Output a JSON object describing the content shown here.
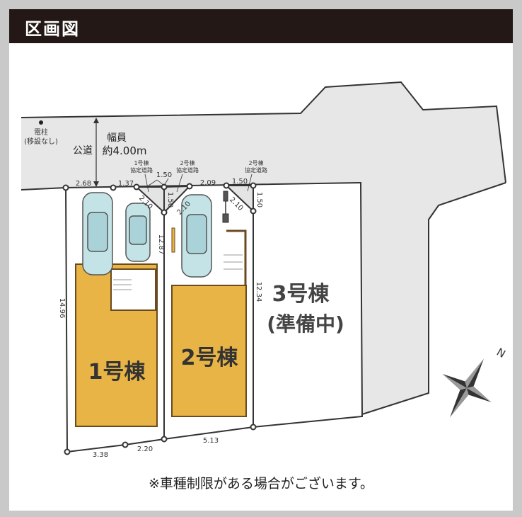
{
  "title": "区画図",
  "road": {
    "pole_label": "電柱",
    "pole_note": "(移設なし)",
    "road_label": "公道",
    "width_label": "幅員",
    "width_value": "約4.00m"
  },
  "agreement_roads": [
    {
      "line1": "1号棟",
      "line2": "協定道路"
    },
    {
      "line1": "2号棟",
      "line2": "協定道路"
    },
    {
      "line1": "2号棟",
      "line2": "協定道路"
    }
  ],
  "dimensions": {
    "top_268": "2.68",
    "top_137": "1.37",
    "top_150a": "1.50",
    "diag_210a": "2.10",
    "vert_150a": "1.50",
    "diag_210b": "2.10",
    "top_209": "2.09",
    "top_150b": "1.50",
    "diag_210c": "2.10",
    "vert_150b": "1.50",
    "lot1_left": "14.96",
    "lot1_right": "12.87",
    "lot3_left": "12.34",
    "bottom_338": "3.38",
    "bottom_220": "2.20",
    "bottom_513": "5.13"
  },
  "lots": {
    "lot1": "1号棟",
    "lot2": "2号棟",
    "lot3": "3号棟",
    "lot3_status": "(準備中)"
  },
  "compass_label": "N",
  "note": "※車種制限がある場合がございます。",
  "colors": {
    "building": "#e8b445",
    "road": "#e7e7e7",
    "header": "#231815"
  }
}
